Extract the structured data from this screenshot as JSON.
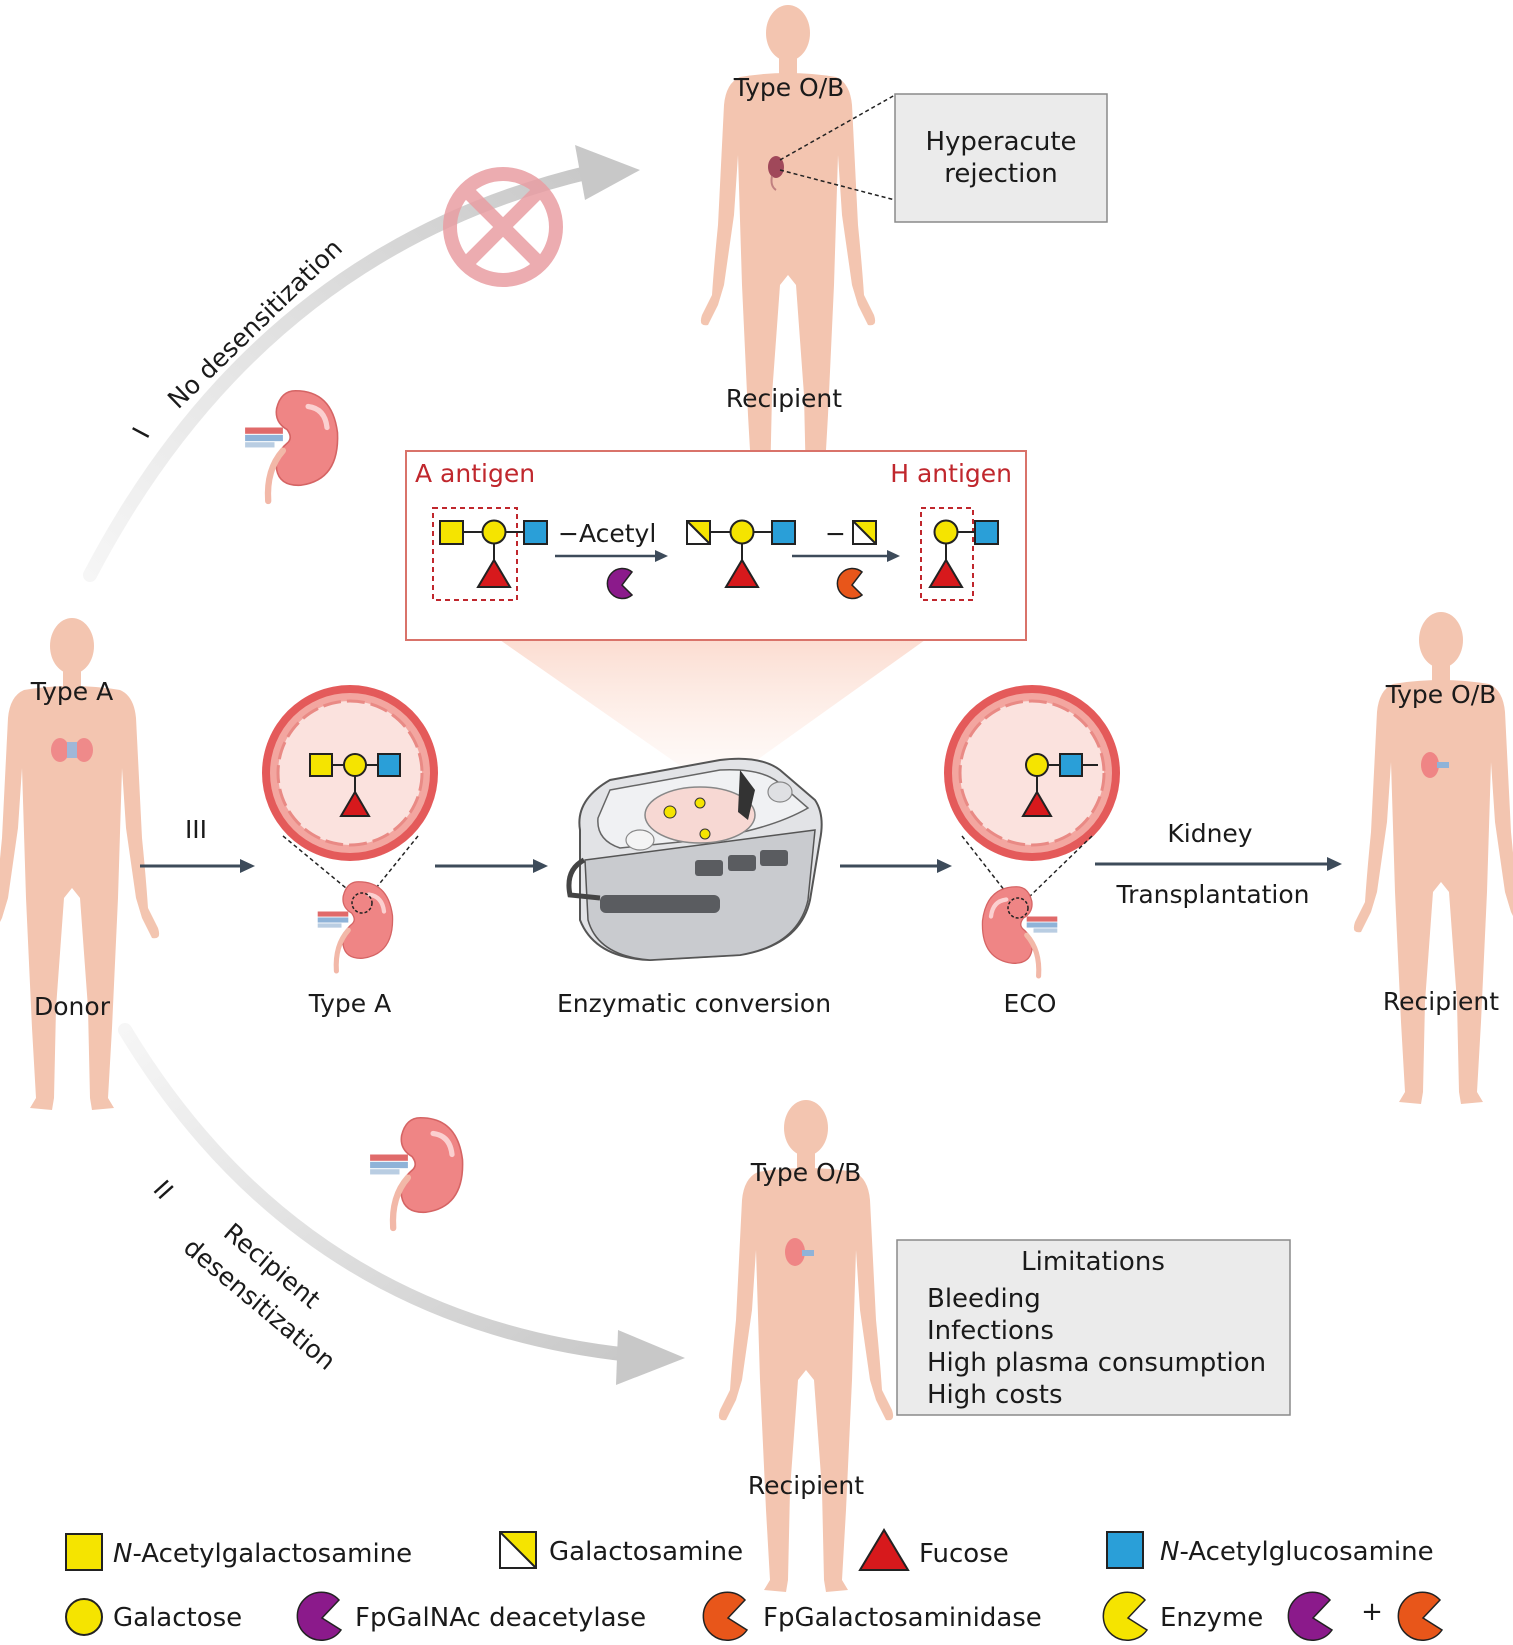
{
  "labels": {
    "top_type": "Type O/B",
    "top_recipient": "Recipient",
    "hyperacute_line1": "Hyperacute",
    "hyperacute_line2": "rejection",
    "path1_num": "I",
    "path1_text": "No desensitization",
    "a_antigen": "A antigen",
    "h_antigen": "H antigen",
    "minus_acetyl": "−Acetyl",
    "minus_symbol": "−",
    "donor_type": "Type A",
    "donor": "Donor",
    "path3_num": "III",
    "kidney_type": "Type A",
    "enzymatic": "Enzymatic conversion",
    "eco": "ECO",
    "kidney_word": "Kidney",
    "transplantation": "Transplantation",
    "right_type": "Type O/B",
    "right_recipient": "Recipient",
    "path2_num": "II",
    "path2_text1": "Recipient",
    "path2_text2": "desensitization",
    "bottom_type": "Type O/B",
    "bottom_recipient": "Recipient"
  },
  "limitations": {
    "title": "Limitations",
    "items": [
      "Bleeding",
      "Infections",
      "High plasma consumption",
      "High costs"
    ]
  },
  "legend": {
    "galnac_prefix": "N",
    "galnac_rest": "-Acetylgalactosamine",
    "galactosamine": "Galactosamine",
    "fucose": "Fucose",
    "glcnac_prefix": "N",
    "glcnac_rest": "-Acetylglucosamine",
    "galactose": "Galactose",
    "deacetylase": "FpGalNAc deacetylase",
    "galactosaminidase": "FpGalactosaminidase",
    "enzyme": "Enzyme",
    "plus": "+"
  },
  "colors": {
    "yellow": "#f5e400",
    "blue": "#2a9fd8",
    "red": "#d7191c",
    "purple": "#8b1a8b",
    "orange": "#e8561a",
    "skin": "#f3c5b0",
    "kidney": "#ef8080",
    "vessel": "#e85c5c",
    "label_red": "#c0272d"
  }
}
